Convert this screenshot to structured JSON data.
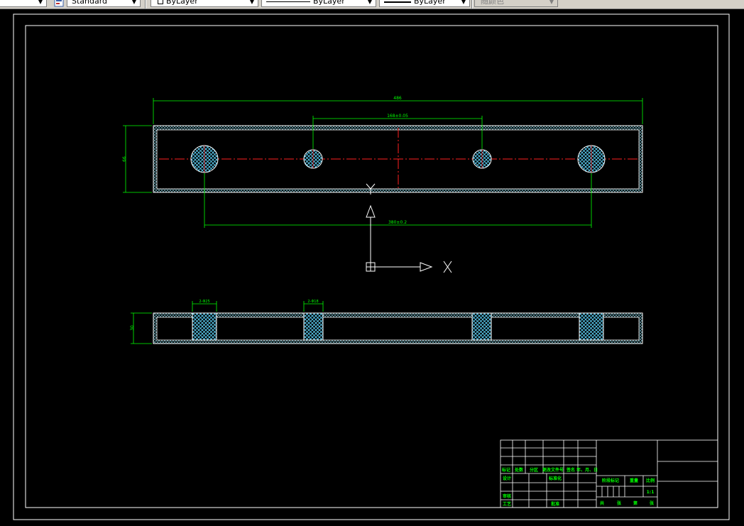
{
  "toolbar": {
    "text_style": "Standard",
    "layer_color": "ByLayer",
    "linetype": "ByLayer",
    "lineweight": "ByLayer",
    "plot_style": "随颜色"
  },
  "drawing": {
    "dim_overall_length": "486",
    "dim_inner_hole_spacing": "168±0.05",
    "dim_outer_hole_spacing": "380±0.2",
    "dim_height_top": "66",
    "dim_height_side": "30",
    "dim_large_hole_note": "2-Φ25",
    "dim_small_hole_note": "2-Φ18",
    "ucs_x_label": "X",
    "ucs_y_label": "Y"
  },
  "title_block": {
    "header": [
      "标记",
      "处数",
      "分区",
      "更改文件号",
      "签名",
      "年、月、日"
    ],
    "design": "设计",
    "standardize": "标准化",
    "review": "审核",
    "process": "工艺",
    "approve": "批准",
    "stage_mark": "阶段标记",
    "weight": "重量",
    "scale_label": "比例",
    "scale_value": "1:1",
    "sheets": "共",
    "sheet_label": "张",
    "page": "第",
    "page_label": "张"
  }
}
